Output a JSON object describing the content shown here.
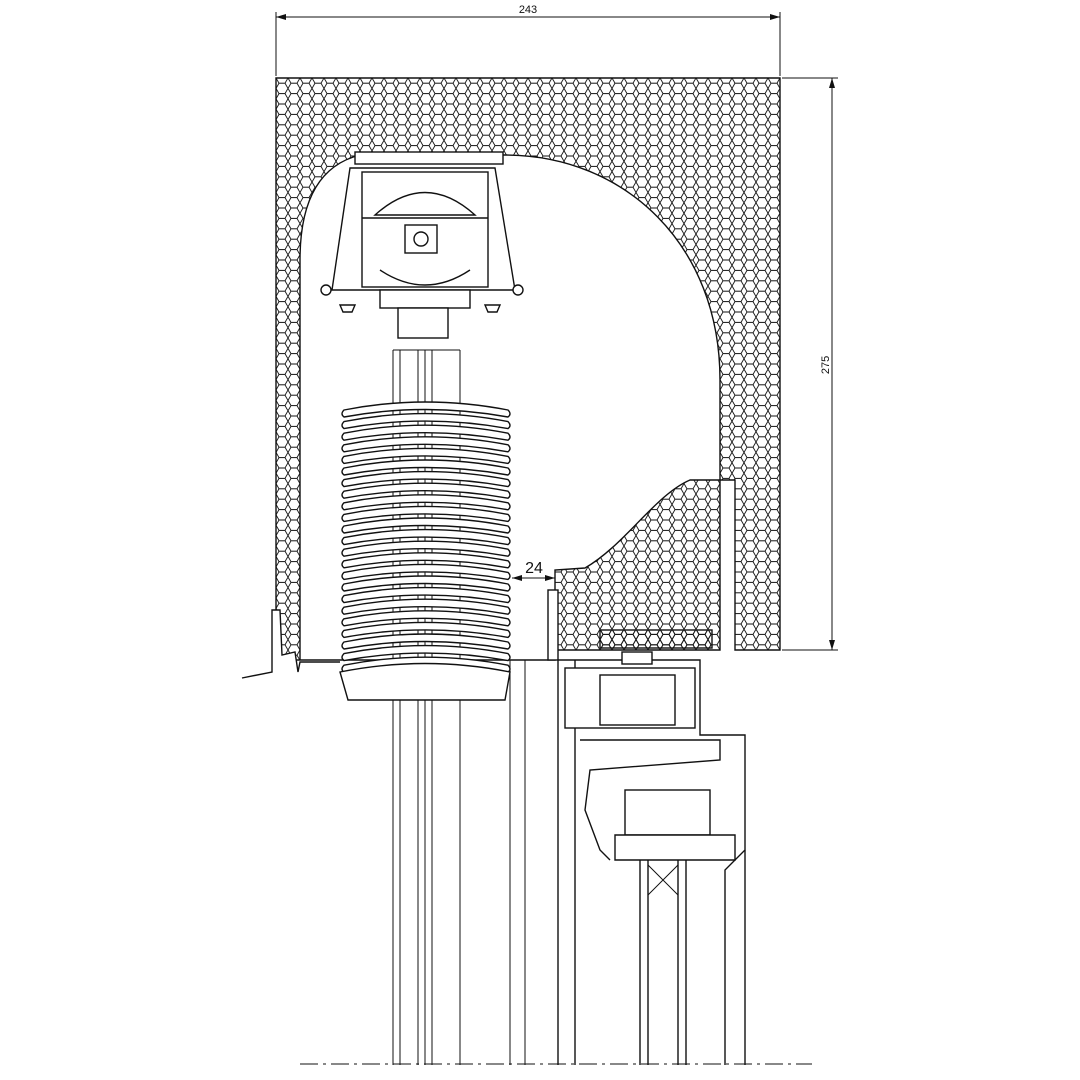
{
  "dimensions": {
    "width_label": "243",
    "height_label": "275",
    "gap_label": "24"
  },
  "drawing": {
    "slat_count": 23,
    "colors": {
      "line": "#111111",
      "background": "#ffffff"
    }
  }
}
